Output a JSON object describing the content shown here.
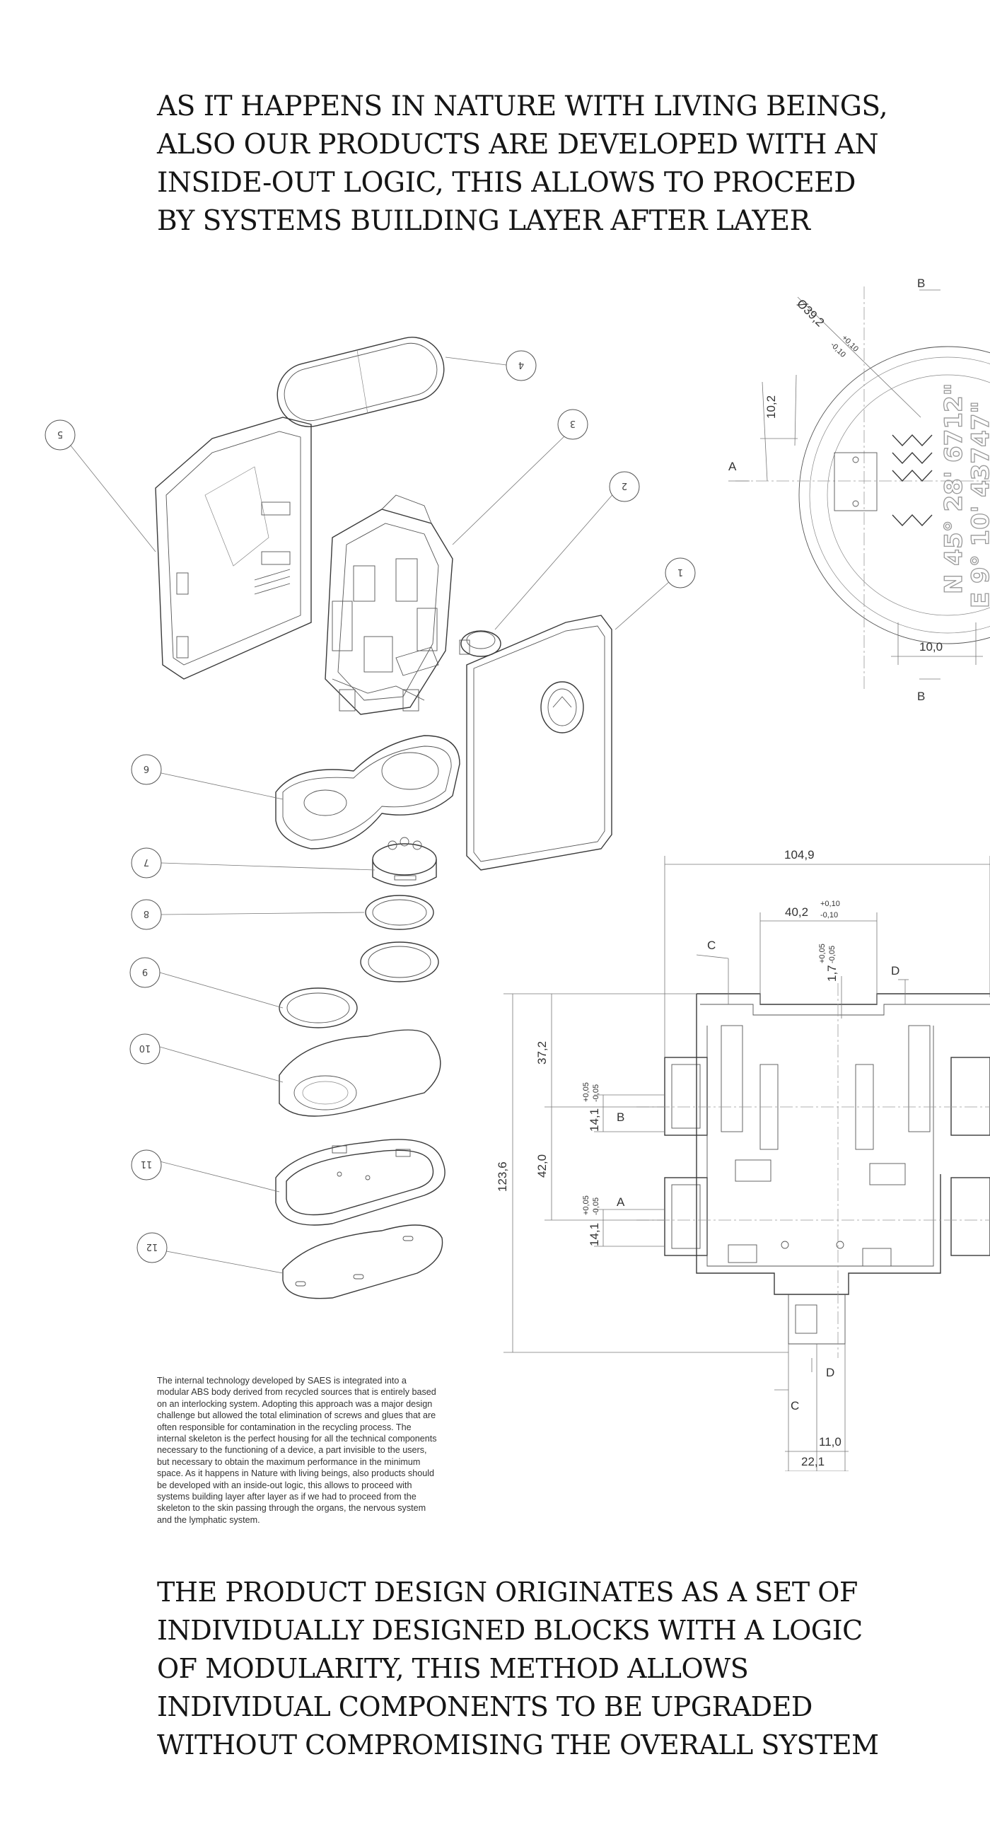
{
  "headline_top": [
    "As it happens in nature with living beings,",
    "also our products are developed with an",
    "inside-out logic, this allows to proceed",
    "by systems building layer after layer"
  ],
  "headline_bottom": [
    "The product design originates as a set of",
    "individually designed blocks with a logic",
    "of modularity, this method allows",
    "individual components to be upgraded",
    "without compromising the overall system"
  ],
  "body_text": [
    "The internal technology developed by SAES is integrated into a",
    "modular ABS body derived from recycled sources that is entirely based",
    "on an interlocking system. Adopting this approach was a major design",
    "challenge but allowed the total elimination of screws and glues that are",
    "often responsible for contamination in the recycling process. The",
    "internal skeleton is the perfect housing for all the technical components",
    "necessary to the functioning of a device, a part invisible to the users,",
    "but necessary to obtain the maximum performance in the minimum",
    "space. As it happens in Nature with living beings, also products should",
    "be developed with an inside-out logic, this allows to proceed with",
    "systems building layer after layer as if we had to proceed from the",
    "skeleton to the skin passing through the organs, the nervous system",
    "and the lymphatic system."
  ],
  "exploded_view": {
    "part_numbers": [
      "1",
      "2",
      "3",
      "4",
      "5",
      "6",
      "7",
      "8",
      "9",
      "10",
      "11",
      "12"
    ]
  },
  "cap_drawing": {
    "diameter": "Ø39,2",
    "diameter_tol_upper": "+0,10",
    "diameter_tol_lower": "-0,10",
    "offset": "10,2",
    "width": "10,0",
    "section_a": "A",
    "section_b": "B",
    "engraving_line1": "N 45° 28' 6712\"",
    "engraving_line2": "E 9° 10' 43747\""
  },
  "section_drawing": {
    "overall_width": "104,9",
    "inner_width": "40,2",
    "inner_width_tol_upper": "+0,10",
    "inner_width_tol_lower": "-0,10",
    "small_gap": "1,7",
    "small_gap_tol_upper": "+0,05",
    "small_gap_tol_lower": "-0,05",
    "overall_height": "123,6",
    "upper_height": "37,2",
    "middle_height": "42,0",
    "slot_height": "14,1",
    "slot_tol_upper": "+0,05",
    "slot_tol_lower": "-0,05",
    "bottom_small": "11,0",
    "bottom_width": "22,1",
    "label_a": "A",
    "label_b": "B",
    "label_c": "C",
    "label_d": "D"
  }
}
